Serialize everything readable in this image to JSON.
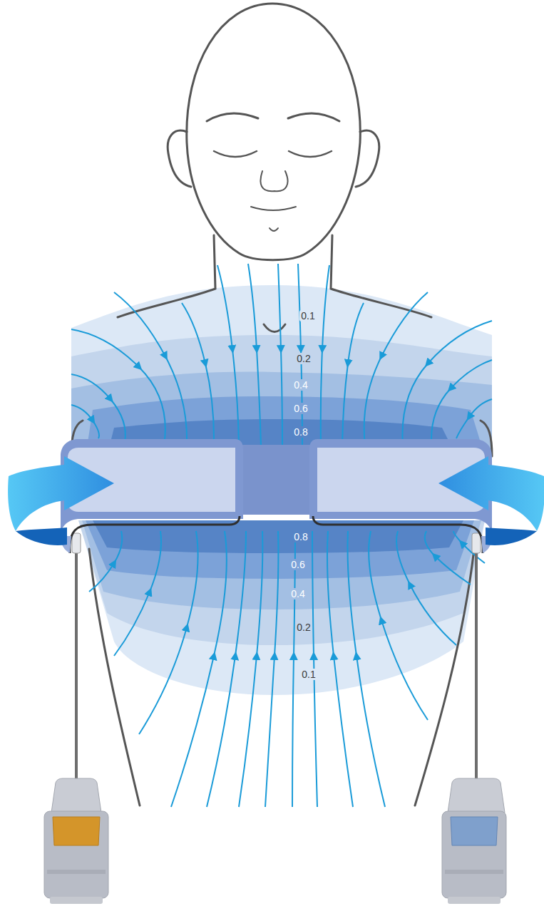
{
  "diagram": {
    "labels": [
      "0.1",
      "0.2",
      "0.4",
      "0.6",
      "0.8",
      "0.8",
      "0.6",
      "0.4",
      "0.2",
      "0.1"
    ]
  }
}
